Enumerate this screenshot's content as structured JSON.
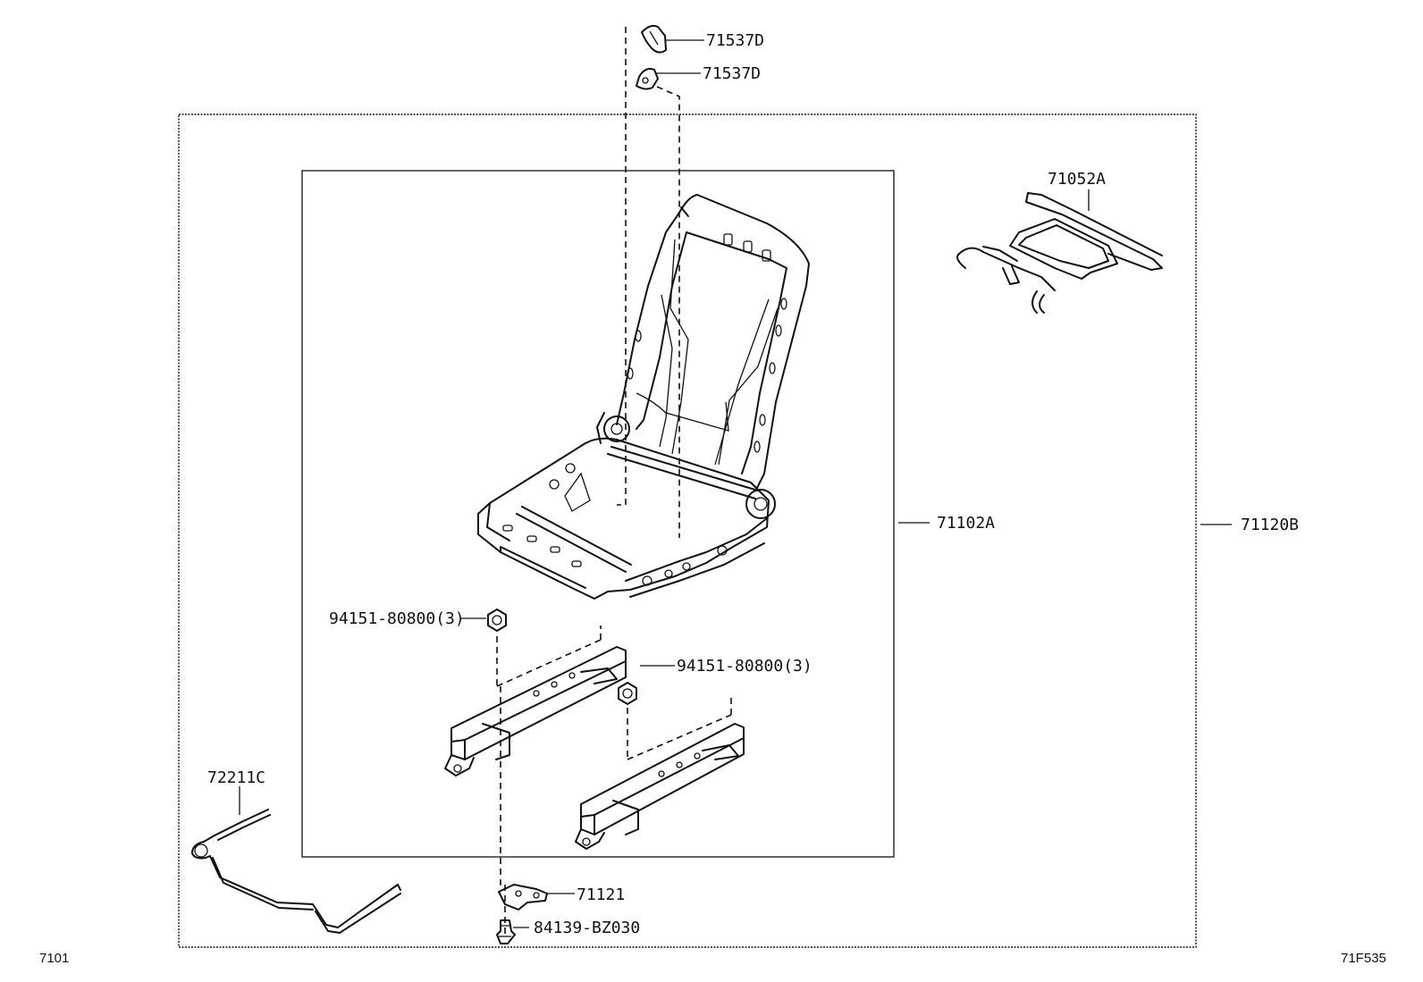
{
  "callouts": {
    "cover_upper": "71537D",
    "cover_lower": "71537D",
    "pad_assy": "71052A",
    "frame_sub_assy": "71102A",
    "frame_assy": "71120B",
    "nut_left": "94151-80800(3)",
    "nut_right": "94151-80800(3)",
    "wire_harness": "72211C",
    "bracket": "71121",
    "clip": "84139-BZ030"
  },
  "footer": {
    "ref_left": "7101",
    "ref_right": "71F535"
  }
}
